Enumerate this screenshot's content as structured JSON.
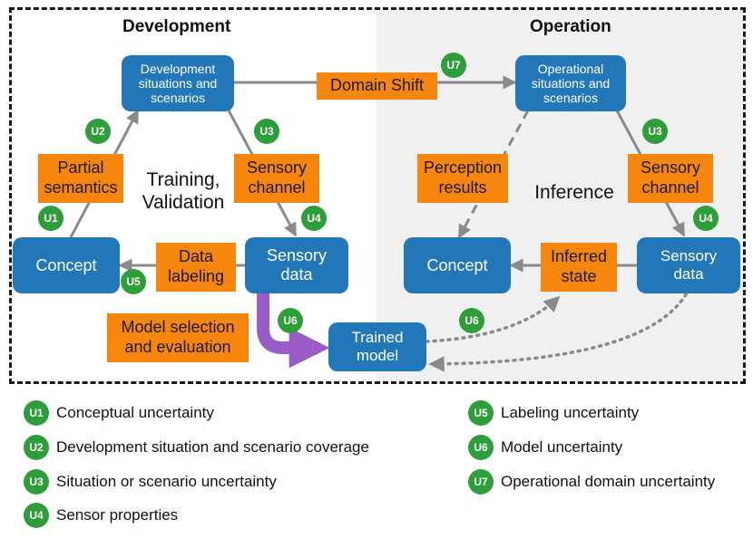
{
  "sections": {
    "development": "Development",
    "operation": "Operation"
  },
  "nodes": {
    "dev_scenarios": "Development\nsituations and\nscenarios",
    "dev_concept": "Concept",
    "dev_sensory": "Sensory\ndata",
    "trained_model": "Trained\nmodel",
    "op_scenarios": "Operational\nsituations and\nscenarios",
    "op_concept": "Concept",
    "op_sensory": "Sensory\ndata"
  },
  "steps": {
    "domain_shift": "Domain Shift",
    "partial_semantics": "Partial\nsemantics",
    "dev_sensory_channel": "Sensory\nchannel",
    "data_labeling": "Data\nlabeling",
    "model_selection": "Model selection\nand evaluation",
    "perception_results": "Perception\nresults",
    "op_sensory_channel": "Sensory\nchannel",
    "inferred_state": "Inferred\nstate"
  },
  "phases": {
    "training": "Training,\nValidation",
    "inference": "Inference"
  },
  "badges": {
    "u1": "U1",
    "u2": "U2",
    "u3": "U3",
    "u4": "U4",
    "u5": "U5",
    "u6": "U6",
    "u7": "U7"
  },
  "legend": [
    {
      "badge": "U1",
      "text": "Conceptual uncertainty"
    },
    {
      "badge": "U2",
      "text": "Development situation and scenario coverage"
    },
    {
      "badge": "U3",
      "text": "Situation or scenario uncertainty"
    },
    {
      "badge": "U4",
      "text": "Sensor properties"
    },
    {
      "badge": "U5",
      "text": "Labeling uncertainty"
    },
    {
      "badge": "U6",
      "text": "Model uncertainty"
    },
    {
      "badge": "U7",
      "text": "Operational domain uncertainty"
    }
  ],
  "colors": {
    "node_blue": "#2277b8",
    "step_orange": "#f7860f",
    "badge_green": "#2e9e3a",
    "arrow_gray": "#8a8a8a",
    "model_arrow_purple": "#9a5cc6",
    "operation_bg": "#f0f0f0"
  }
}
